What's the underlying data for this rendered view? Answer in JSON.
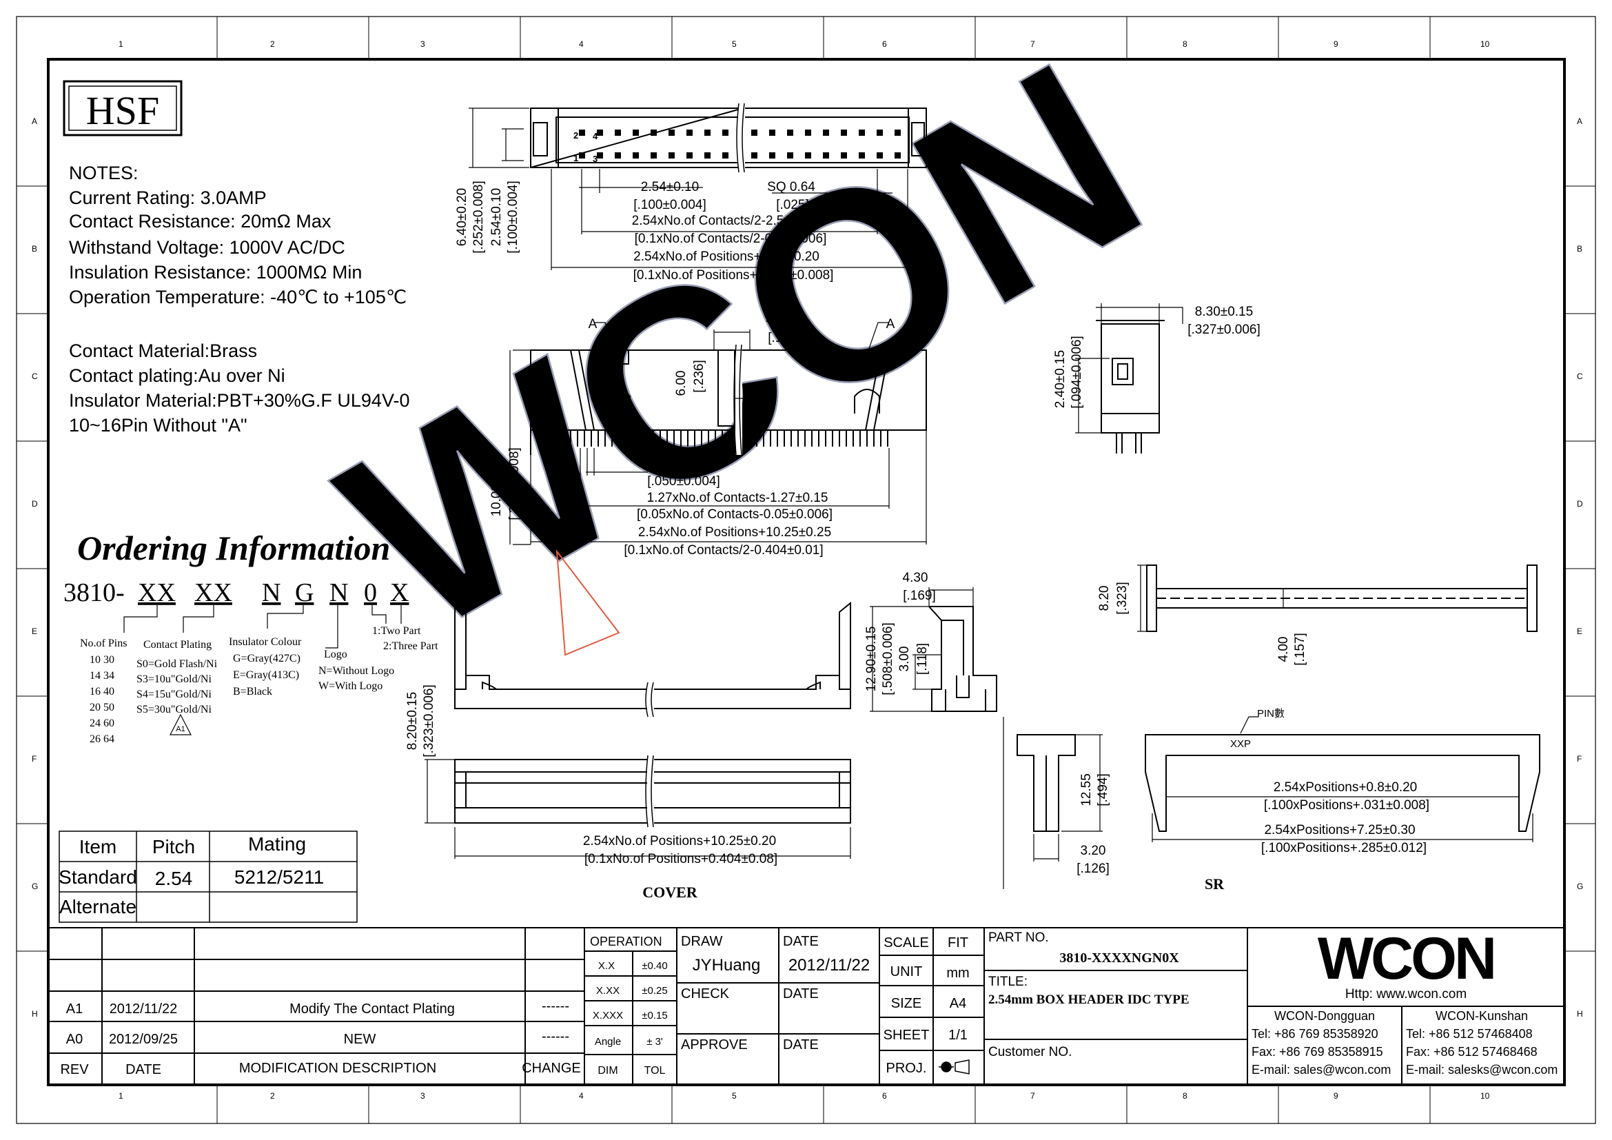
{
  "border": {
    "columns": [
      "1",
      "2",
      "3",
      "4",
      "5",
      "6",
      "7",
      "8",
      "9",
      "10"
    ],
    "rows": [
      "A",
      "B",
      "C",
      "D",
      "E",
      "F",
      "G",
      "H"
    ]
  },
  "brand": {
    "hsf": "HSF",
    "wcon": "WCON",
    "watermark": "WCON",
    "http": "Http:  www.wcon.com"
  },
  "notes": {
    "heading": "NOTES:",
    "lines": [
      "Current Rating: 3.0AMP",
      "Contact Resistance: 20mΩ Max",
      "Withstand Voltage: 1000V AC/DC",
      "Insulation Resistance: 1000MΩ Min",
      "Operation Temperature: -40℃ to +105℃",
      "",
      "Contact Material:Brass",
      "Contact plating:Au over Ni",
      "Insulator Material:PBT+30%G.F UL94V-0",
      "10~16Pin Without \"A\""
    ]
  },
  "ordering": {
    "title": "Ordering Information",
    "code_prefix": "3810-",
    "code_parts": [
      "XX",
      "XX",
      "N",
      "G",
      "N",
      "0",
      "X"
    ],
    "part_label": "1:Two Part",
    "part_label2": "2:Three Part",
    "pins_title": "No.of Pins",
    "pins": [
      "10  30",
      "14  34",
      "16  40",
      "20  50",
      "24  60",
      "26  64"
    ],
    "plating_title": "Contact Plating",
    "plating": [
      "S0=Gold Flash/Ni",
      "S3=10u\"Gold/Ni",
      "S4=15u\"Gold/Ni",
      "S5=30u\"Gold/Ni"
    ],
    "colour_title": "Insulator Colour",
    "colour": [
      "G=Gray(427C)",
      "E=Gray(413C)",
      "B=Black"
    ],
    "logo_title": "Logo",
    "logo": [
      "N=Without Logo",
      "W=With  Logo"
    ],
    "rev_tri": "A1"
  },
  "pitch_table": {
    "headers": [
      "Item",
      "Pitch",
      "Mating"
    ],
    "rows": [
      [
        "Standard",
        "2.54",
        "5212/5211"
      ],
      [
        "Alternate",
        "",
        ""
      ]
    ]
  },
  "top_view": {
    "pin_labels": [
      "2",
      "4",
      "1",
      "3"
    ],
    "dims": [
      "2.54±0.10",
      "[.100±0.004]",
      "SQ 0.64",
      "[.025]",
      "2.54xNo.of Contacts/2-2.54±0.15",
      "[0.1xNo.of Contacts/2-0.1±0.006]",
      "2.54xNo.of Positions+5.45±0.20",
      "[0.1xNo.of Positions+0.215±0.008]",
      "6.40±0.20",
      "[.252±0.008]",
      "2.54±0.10",
      "[.100±0.004]"
    ]
  },
  "front_view": {
    "dims": [
      "A",
      "A",
      "4.30",
      "[.169]",
      "6.00",
      "[.236]",
      "1.27±0.10",
      "[.050±0.004]",
      "1.27xNo.of Contacts-1.27±0.15",
      "[0.05xNo.of Contacts-0.05±0.006]",
      "2.54xNo.of Positions+10.25±0.25",
      "[0.1xNo.of Contacts/2-0.404±0.01]",
      "10.00±0.20",
      "[.394±0.008]"
    ]
  },
  "side_view": {
    "dims": [
      "8.30±0.15",
      "[.327±0.006]",
      "2.40±0.15",
      "[.094±0.006]"
    ]
  },
  "cover": {
    "label": "COVER",
    "dims": [
      "8.20±0.15",
      "[.323±0.006]",
      "4.30",
      "[.169]",
      "12.90±0.15",
      "[.508±0.006]",
      "3.00",
      "[.118]",
      "2.54xNo.of Positions+10.25±0.20",
      "[0.1xNo.of Positions+0.404±0.08]"
    ]
  },
  "sr": {
    "label": "SR",
    "dims": [
      "8.20",
      "[.323]",
      "4.00",
      "[.157]",
      "PIN數",
      "XXP",
      "2.54xPositions+0.8±0.20",
      "[.100xPositions+.031±0.008]",
      "2.54xPositions+7.25±0.30",
      "[.100xPositions+.285±0.012]",
      "12.55",
      "[.494]",
      "3.20",
      "[.126]"
    ]
  },
  "title_block": {
    "revisions": [
      {
        "rev": "A1",
        "date": "2012/11/22",
        "desc": "Modify The Contact Plating",
        "change": "------"
      },
      {
        "rev": "A0",
        "date": "2012/09/25",
        "desc": "NEW",
        "change": "------"
      }
    ],
    "rev_header": "REV",
    "date_header": "DATE",
    "mod_header": "MODIFICATION DESCRIPTION",
    "change_header": "CHANGE",
    "operation": "OPERATION",
    "tolerances": [
      [
        "X.X",
        "±0.40"
      ],
      [
        "X.XX",
        "±0.25"
      ],
      [
        "X.XXX",
        "±0.15"
      ],
      [
        "Angle",
        "± 3'"
      ]
    ],
    "dim": "DIM",
    "tol": "TOL",
    "draw_label": "DRAW",
    "drawer": "JYHuang",
    "check_label": "CHECK",
    "approve_label": "APPROVE",
    "date_label": "DATE",
    "date_value": "2012/11/22",
    "scale_label": "SCALE",
    "scale_value": "FIT",
    "unit_label": "UNIT",
    "unit_value": "mm",
    "size_label": "SIZE",
    "size_value": "A4",
    "sheet_label": "SHEET",
    "sheet_value": "1/1",
    "proj_label": "PROJ.",
    "part_no_label": "PART NO.",
    "part_no": "3810-XXXXNGN0X",
    "title_label": "TITLE:",
    "title": "2.54mm BOX HEADER IDC TYPE",
    "customer_label": "Customer NO."
  },
  "contacts": {
    "dongguan": [
      "WCON-Dongguan",
      "Tel: +86 769 85358920",
      "Fax: +86 769 85358915",
      "E-mail: sales@wcon.com"
    ],
    "kunshan": [
      "WCON-Kunshan",
      "Tel: +86 512 57468408",
      "Fax: +86 512 57468468",
      "E-mail: salesks@wcon.com"
    ]
  }
}
